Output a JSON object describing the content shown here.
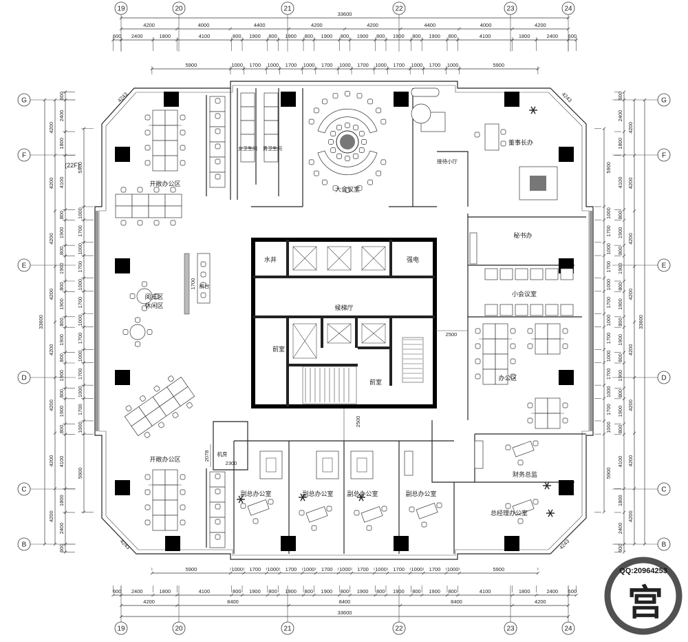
{
  "grid": {
    "columns": [
      "19",
      "20",
      "21",
      "22",
      "23",
      "24"
    ],
    "rows": [
      "G",
      "F",
      "E",
      "D",
      "C",
      "B"
    ]
  },
  "dimensions": {
    "top": {
      "total": [
        33600
      ],
      "bays": [
        4200,
        4000,
        4400,
        4200,
        4200,
        4400,
        4000,
        4200
      ],
      "detail": [
        600,
        2400,
        1800,
        4100,
        800,
        1900,
        800,
        1900,
        800,
        1900,
        800,
        1900,
        800,
        1900,
        800,
        1900,
        800,
        4100,
        1800,
        2400,
        600
      ],
      "facade": [
        5900,
        1000,
        1700,
        1000,
        1700,
        1000,
        1700,
        1000,
        1700,
        1000,
        1700,
        1000,
        1700,
        1000,
        5900
      ]
    },
    "bottom": {
      "facade": [
        5900,
        1000,
        1700,
        1000,
        1700,
        1000,
        1700,
        1000,
        1700,
        1000,
        1700,
        1000,
        1700,
        1000,
        5900
      ],
      "detail": [
        600,
        2400,
        1800,
        4100,
        800,
        1900,
        800,
        1900,
        800,
        1900,
        800,
        1900,
        800,
        1900,
        800,
        1900,
        800,
        4100,
        1800,
        2400,
        600
      ],
      "bays": [
        4200,
        8400,
        8400,
        8400,
        4200
      ],
      "total": [
        33600
      ]
    },
    "left": {
      "total": [
        33600
      ],
      "bays": [
        4200,
        4200,
        4200,
        4200,
        4200,
        4200,
        4200,
        4200
      ],
      "detail": [
        600,
        2400,
        1800,
        4100,
        800,
        1900,
        800,
        1900,
        800,
        1900,
        800,
        1900,
        800,
        1900,
        800,
        1900,
        800,
        4100,
        1800,
        2400,
        600
      ],
      "facade": [
        5900,
        1000,
        1700,
        1000,
        1700,
        1000,
        1700,
        1000,
        1700,
        1000,
        1700,
        1000,
        1700,
        1000,
        5900
      ]
    },
    "right": {
      "total": [
        33600
      ],
      "bays": [
        4200,
        4200,
        4200,
        4200,
        4200,
        4200,
        4200,
        4200
      ],
      "detail": [
        600,
        2400,
        1800,
        4100,
        800,
        1900,
        800,
        1900,
        800,
        1900,
        800,
        1900,
        800,
        1900,
        800,
        1900,
        800,
        4100,
        1800,
        2400,
        600
      ],
      "facade": [
        5900,
        1000,
        1700,
        1000,
        1700,
        1000,
        1700,
        1000,
        1700,
        1000,
        1700,
        1000,
        1700,
        1000,
        5900
      ]
    },
    "chamfer": "4243",
    "notes": {
      "lobby_width": "2500",
      "corridor_width": "2500",
      "machine_room_depth": "2078",
      "machine_room_width": "2300",
      "reception_length": "1700"
    }
  },
  "floor_label": "(22F)",
  "rooms": {
    "open_office_north": "开敞办公区",
    "open_office_south": "开敞办公区",
    "womens_toilet": "女卫生间",
    "mens_toilet": "男卫生间",
    "conference": "大会议室",
    "reception_hall": "接待小厅",
    "chairman": "董事长办",
    "secretary": "秘书办",
    "small_meeting": "小会议室",
    "office_area": "办公区",
    "finance_director": "财务总监",
    "general_manager": "总经理办公室",
    "vp_office_1": "副总办公室",
    "vp_office_2": "副总办公室",
    "vp_office_3": "副总办公室",
    "vp_office_4": "副总办公室",
    "water_shaft": "水井",
    "electrical": "强电",
    "elevator_lobby": "候梯厅",
    "anteroom_1": "前室",
    "anteroom_2": "前室",
    "front_desk": "前台",
    "reading_area": "阅览区",
    "lounge_area": "休闲区",
    "machine_room": "机房"
  },
  "watermark": {
    "qq": "QQ:20964253",
    "seal": "宫"
  }
}
